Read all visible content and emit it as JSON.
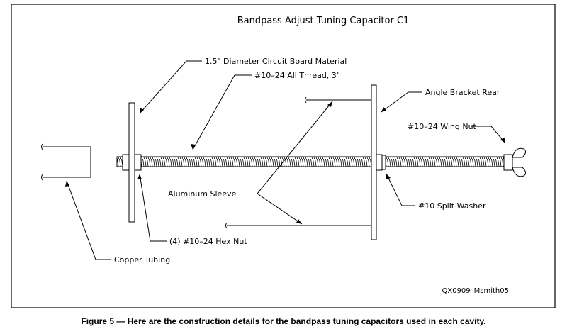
{
  "title": "Bandpass Adjust Tuning Capacitor C1",
  "labels": {
    "board": "1.5\" Diameter Circuit Board Material",
    "thread": "#10–24 All Thread, 3\"",
    "bracket": "Angle Bracket Rear",
    "wing_nut": "#10–24 Wing Nut",
    "sleeve": "Aluminum Sleeve",
    "split_washer": "#10 Split Washer",
    "hex_nut": "(4) #10–24 Hex Nut",
    "copper": "Copper Tubing"
  },
  "drawing_code": "QX0909–Msmith05",
  "caption": "Figure 5 — Here are the construction details for the bandpass tuning capacitors used in each cavity."
}
